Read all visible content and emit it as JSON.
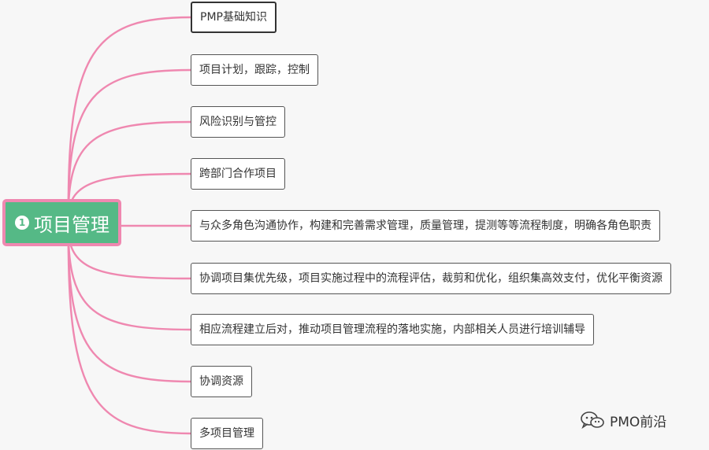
{
  "root": {
    "number": "1",
    "title": "项目管理"
  },
  "branches": [
    {
      "label": "PMP基础知识",
      "selected": true
    },
    {
      "label": "项目计划，跟踪，控制"
    },
    {
      "label": "风险识别与管控"
    },
    {
      "label": "跨部门合作项目"
    },
    {
      "label": "与众多角色沟通协作，构建和完善需求管理，质量管理，提测等等流程制度，明确各角色职责"
    },
    {
      "label": "协调项目集优先级，项目实施过程中的流程评估，裁剪和优化，组织集高效支付，优化平衡资源"
    },
    {
      "label": "相应流程建立后对，推动项目管理流程的落地实施，内部相关人员进行培训辅导"
    },
    {
      "label": "协调资源"
    },
    {
      "label": "多项目管理"
    }
  ],
  "watermark": {
    "text": "PMO前沿",
    "icon": "wechat-icon"
  },
  "colors": {
    "link": "#ef88b0",
    "root_fill": "#55b986",
    "root_border": "#ef88b0",
    "background": "#f7f7f7"
  }
}
